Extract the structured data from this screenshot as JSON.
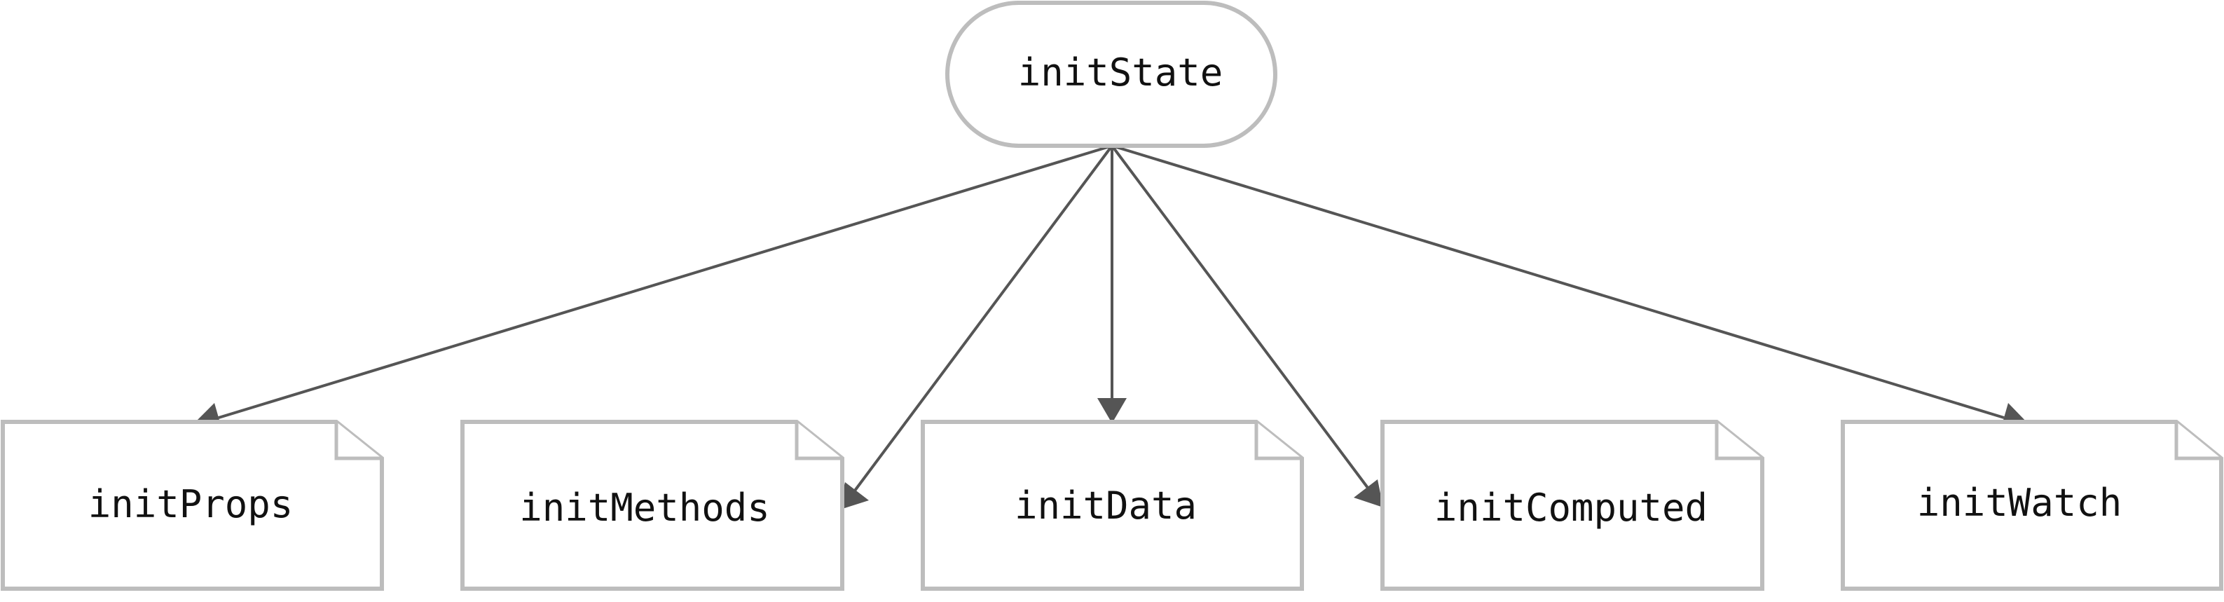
{
  "root": {
    "label": "initState"
  },
  "children": [
    {
      "id": "props",
      "label": "initProps"
    },
    {
      "id": "methods",
      "label": "initMethods"
    },
    {
      "id": "data",
      "label": "initData"
    },
    {
      "id": "computed",
      "label": "initComputed"
    },
    {
      "id": "watch",
      "label": "initWatch"
    }
  ],
  "colors": {
    "node_border": "#bdbdbd",
    "edge": "#555555",
    "text": "#111111"
  }
}
